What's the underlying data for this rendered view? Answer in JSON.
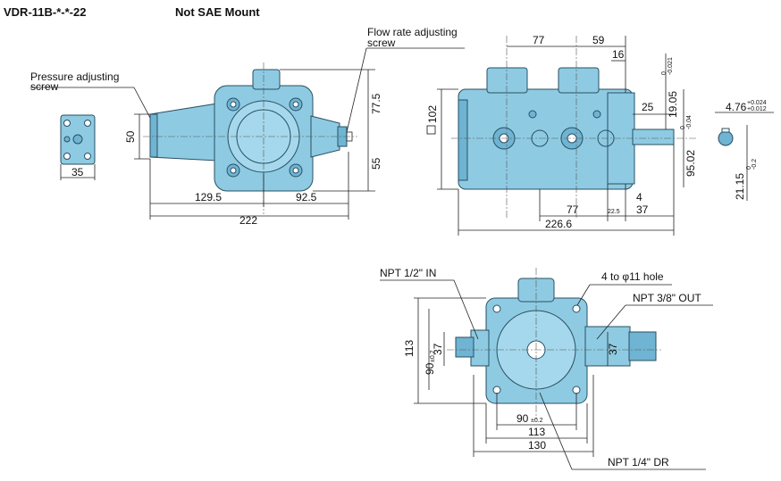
{
  "header": {
    "model": "VDR-11B-*-*-22",
    "mount": "Not SAE Mount"
  },
  "labels": {
    "pressure_screw_1": "Pressure adjusting",
    "pressure_screw_2": "screw",
    "flow_screw_1": "Flow rate adjusting",
    "flow_screw_2": "screw",
    "npt_in": "NPT 1/2\" IN",
    "holes": "4 to φ11 hole",
    "npt_out": "NPT 3/8\" OUT",
    "npt_dr": "NPT 1/4\" DR"
  },
  "dims_left": {
    "d50": "50",
    "d35": "35",
    "d129_5": "129.5",
    "d92_5": "92.5",
    "d222": "222",
    "d77_5": "77.5",
    "d55": "55"
  },
  "dims_right": {
    "d77_top": "77",
    "d59": "59",
    "d16": "16",
    "d102": "102",
    "d25": "25",
    "d19_05": "19.05",
    "tol19_up": "0",
    "tol19_lo": "-0.021",
    "d95_02": "95.02",
    "tol95_up": "0",
    "tol95_lo": "-0.04",
    "d21_15": "21.15",
    "tol21_up": "0",
    "tol21_lo": "-0.2",
    "d4_76": "4.76",
    "tol476_up": "+0.024",
    "tol476_lo": "+0.012",
    "d77_bot": "77",
    "d22_5": "22.5",
    "d4": "4",
    "d37": "37",
    "d226_6": "226.6"
  },
  "dims_bottom": {
    "d113_v": "113",
    "d90_v": "90",
    "tol90_v": "±0.2",
    "d37_l": "37",
    "d37_r": "37",
    "d90_h": "90",
    "tol90_h": "±0.2",
    "d113_h": "113",
    "d130": "130"
  },
  "colors": {
    "body": "#8ECBE3",
    "outline": "#2a4f63"
  }
}
